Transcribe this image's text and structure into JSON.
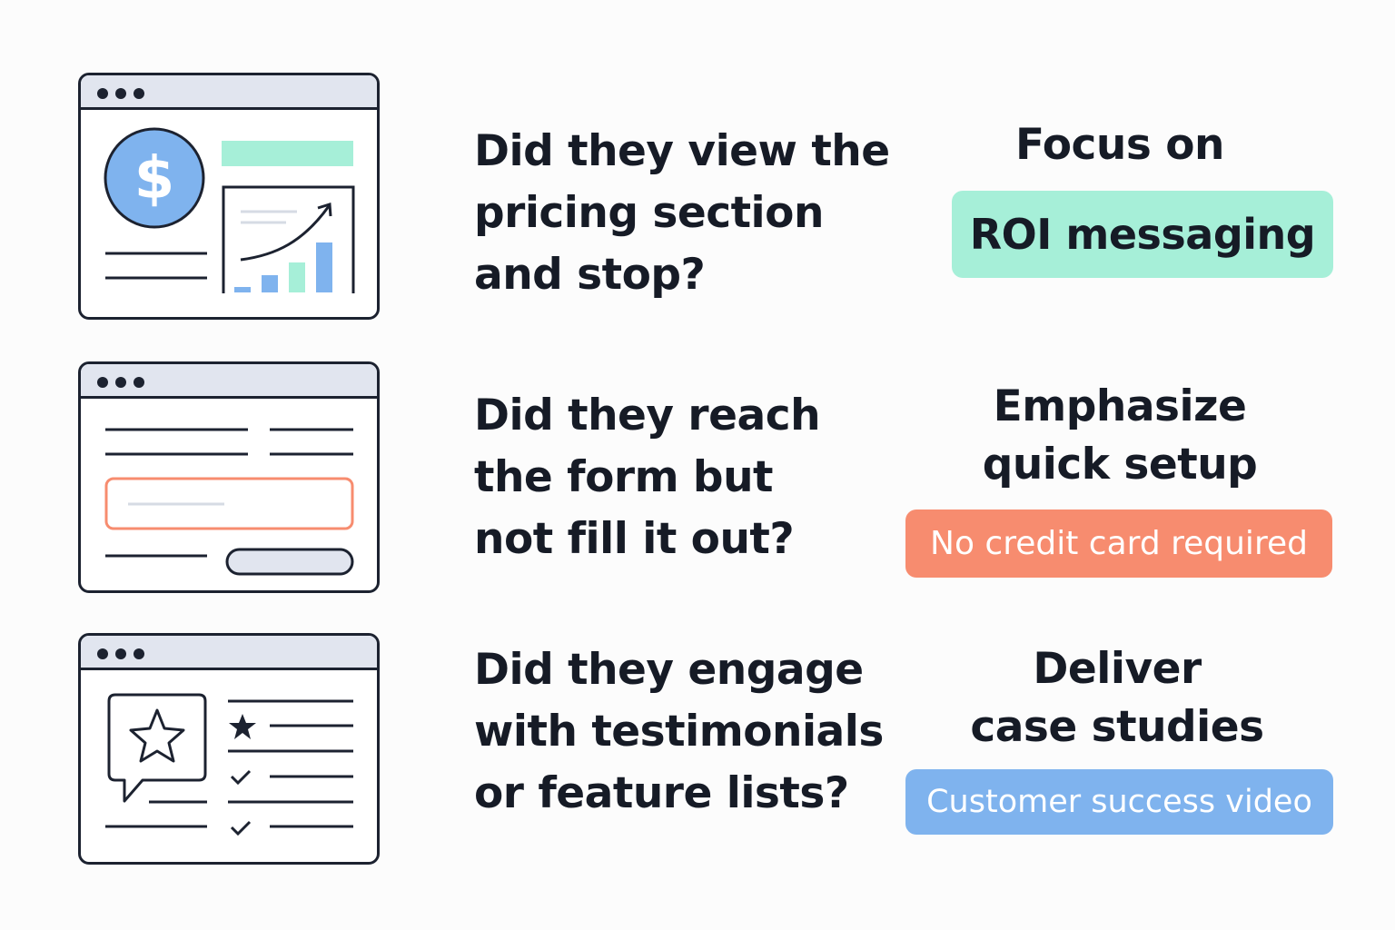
{
  "rows": [
    {
      "illustration": "pricing-page-icon",
      "question_lines": [
        "Did they view the",
        "pricing section",
        "and stop?"
      ],
      "action_lines": [
        "Focus on"
      ],
      "tag": "ROI messaging",
      "tag_color": "#a6efd8",
      "tag_text_color": "#161b26"
    },
    {
      "illustration": "form-page-icon",
      "question_lines": [
        "Did they reach",
        "the form but",
        "not fill it out?"
      ],
      "action_lines": [
        "Emphasize",
        "quick setup"
      ],
      "tag": "No credit card required",
      "tag_color": "#f78c6f",
      "tag_text_color": "#ffffff"
    },
    {
      "illustration": "testimonial-page-icon",
      "question_lines": [
        "Did they engage",
        "with testimonials",
        "or feature lists?"
      ],
      "action_lines": [
        "Deliver",
        "case studies"
      ],
      "tag": "Customer success video",
      "tag_color": "#7fb3ee",
      "tag_text_color": "#ffffff"
    }
  ],
  "colors": {
    "outline": "#1c2230",
    "accent_green": "#a6efd8",
    "accent_blue": "#7fb3ee",
    "accent_orange": "#f78c6f",
    "browser_bar": "#e1e5ef"
  }
}
